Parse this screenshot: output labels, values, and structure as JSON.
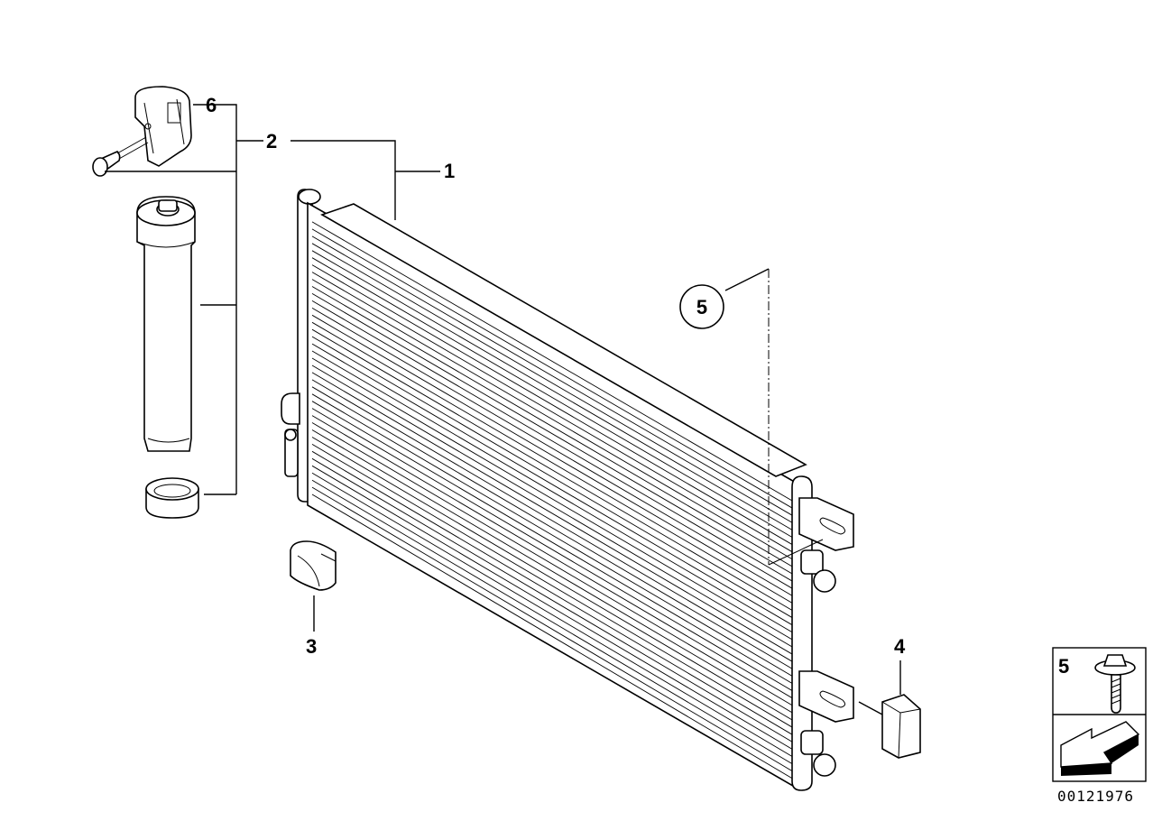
{
  "callouts": {
    "c1": "1",
    "c2": "2",
    "c3": "3",
    "c4": "4",
    "c5_circle": "5",
    "c6": "6"
  },
  "legend_box": {
    "label": "5",
    "icons": [
      "bolt-icon",
      "direction-arrow-icon"
    ]
  },
  "part_number": "00121976"
}
